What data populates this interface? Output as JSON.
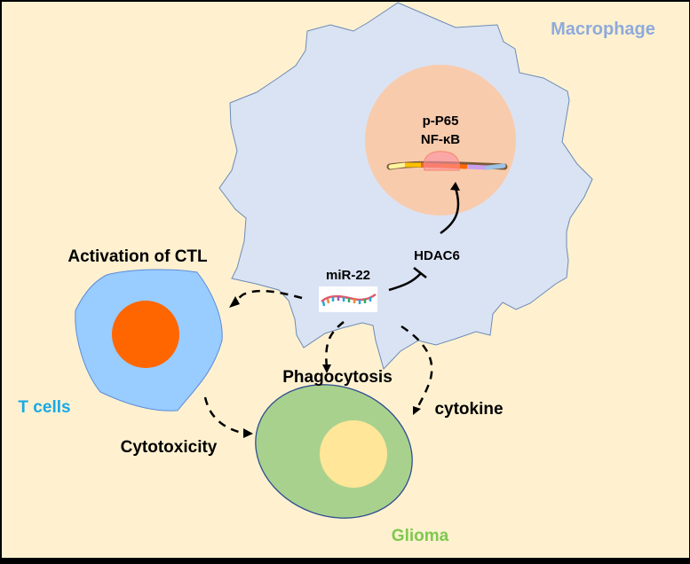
{
  "diagram": {
    "title_cells": {
      "macrophage": {
        "label": "Macrophage",
        "color": "#8eaadb"
      },
      "t_cells": {
        "label": "T cells",
        "color": "#18a9e6"
      },
      "glioma": {
        "label": "Glioma",
        "color": "#7ec850"
      }
    },
    "nucleus_labels": {
      "line1": "p-P65",
      "line2": "NF-κB"
    },
    "molecules": {
      "mirna": "miR-22",
      "hdac": "HDAC6"
    },
    "processes": {
      "ctl": "Activation of CTL",
      "phagocytosis": "Phagocytosis",
      "cytokine": "cytokine",
      "cytotoxicity": "Cytotoxicity"
    },
    "colors": {
      "background": "#fff1d0",
      "macrophage_fill": "#dae3f3",
      "macrophage_stroke": "#6b8bb5",
      "macrophage_nucleus": "#f8cbad",
      "tcell_fill": "#99ccff",
      "tcell_stroke": "#5b8bd9",
      "tcell_nucleus": "#ff6600",
      "glioma_fill": "#a9d18e",
      "glioma_stroke": "#2f4f8f",
      "glioma_nucleus": "#ffe699",
      "arrow": "#000000"
    }
  }
}
